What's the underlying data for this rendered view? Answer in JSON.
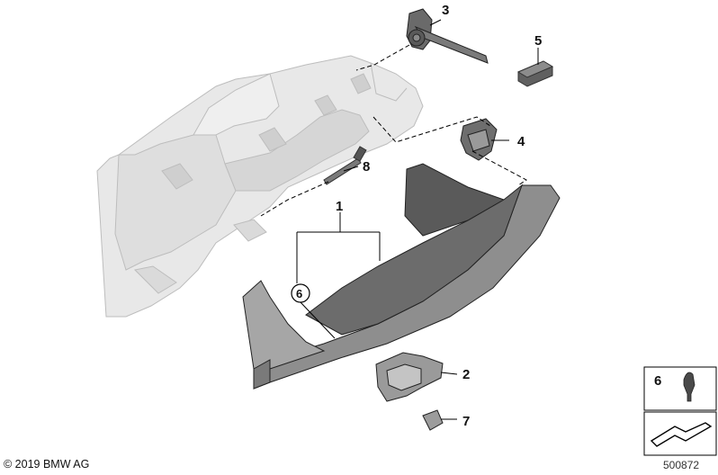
{
  "callouts": {
    "c1": "1",
    "c2": "2",
    "c3": "3",
    "c4": "4",
    "c5": "5",
    "c6": "6",
    "c7": "7",
    "c8": "8"
  },
  "inset": {
    "part_label": "6"
  },
  "footer": {
    "copyright": "© 2019 BMW AG",
    "diagram_number": "500872"
  },
  "colors": {
    "ghost_part": "#e6e6e6",
    "main_part": "#8a8a8a",
    "dark_part": "#555555",
    "line": "#000000"
  }
}
